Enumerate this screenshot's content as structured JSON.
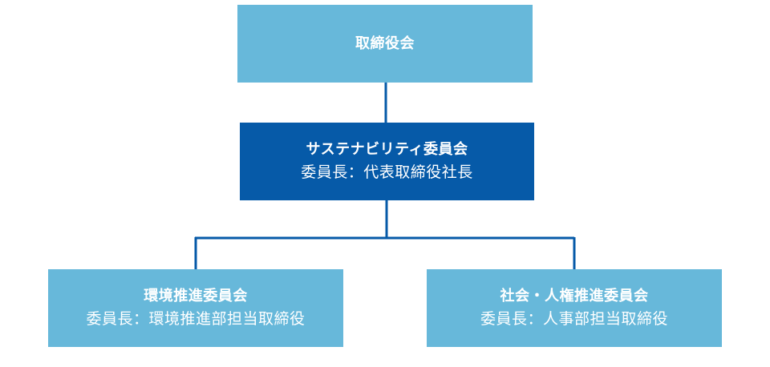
{
  "org_chart": {
    "board": {
      "title": "取締役会"
    },
    "sustainability_committee": {
      "title": "サステナビリティ委員会",
      "chair": "委員長：代表取締役社長"
    },
    "environment_committee": {
      "title": "環境推進委員会",
      "chair": "委員長：環境推進部担当取締役"
    },
    "social_hr_committee": {
      "title": "社会・人権推進委員会",
      "chair": "委員長：人事部担当取締役"
    }
  },
  "colors": {
    "light_box": "#67b8da",
    "dark_box": "#065aa8",
    "connector": "#065aa8",
    "text": "#ffffff"
  }
}
